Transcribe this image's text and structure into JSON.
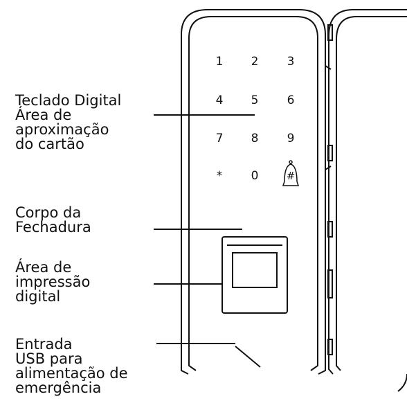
{
  "callouts": {
    "keypad": {
      "lines": [
        "Teclado Digital",
        "Área de",
        "aproximação",
        "do cartão"
      ]
    },
    "body": {
      "lines": [
        "Corpo da",
        "Fechadura"
      ]
    },
    "fingerprint": {
      "lines": [
        "Área de",
        "impressão",
        "digital"
      ]
    },
    "usb": {
      "lines": [
        "Entrada",
        "USB para",
        "alimentação de",
        "emergência"
      ]
    }
  },
  "keypad": {
    "rows": [
      [
        "1",
        "2",
        "3"
      ],
      [
        "4",
        "5",
        "6"
      ],
      [
        "7",
        "8",
        "9"
      ],
      [
        "*",
        "0",
        "#"
      ]
    ]
  },
  "colors": {
    "stroke": "#111111",
    "background": "#ffffff"
  },
  "icons": {
    "bell": "bell-icon"
  }
}
